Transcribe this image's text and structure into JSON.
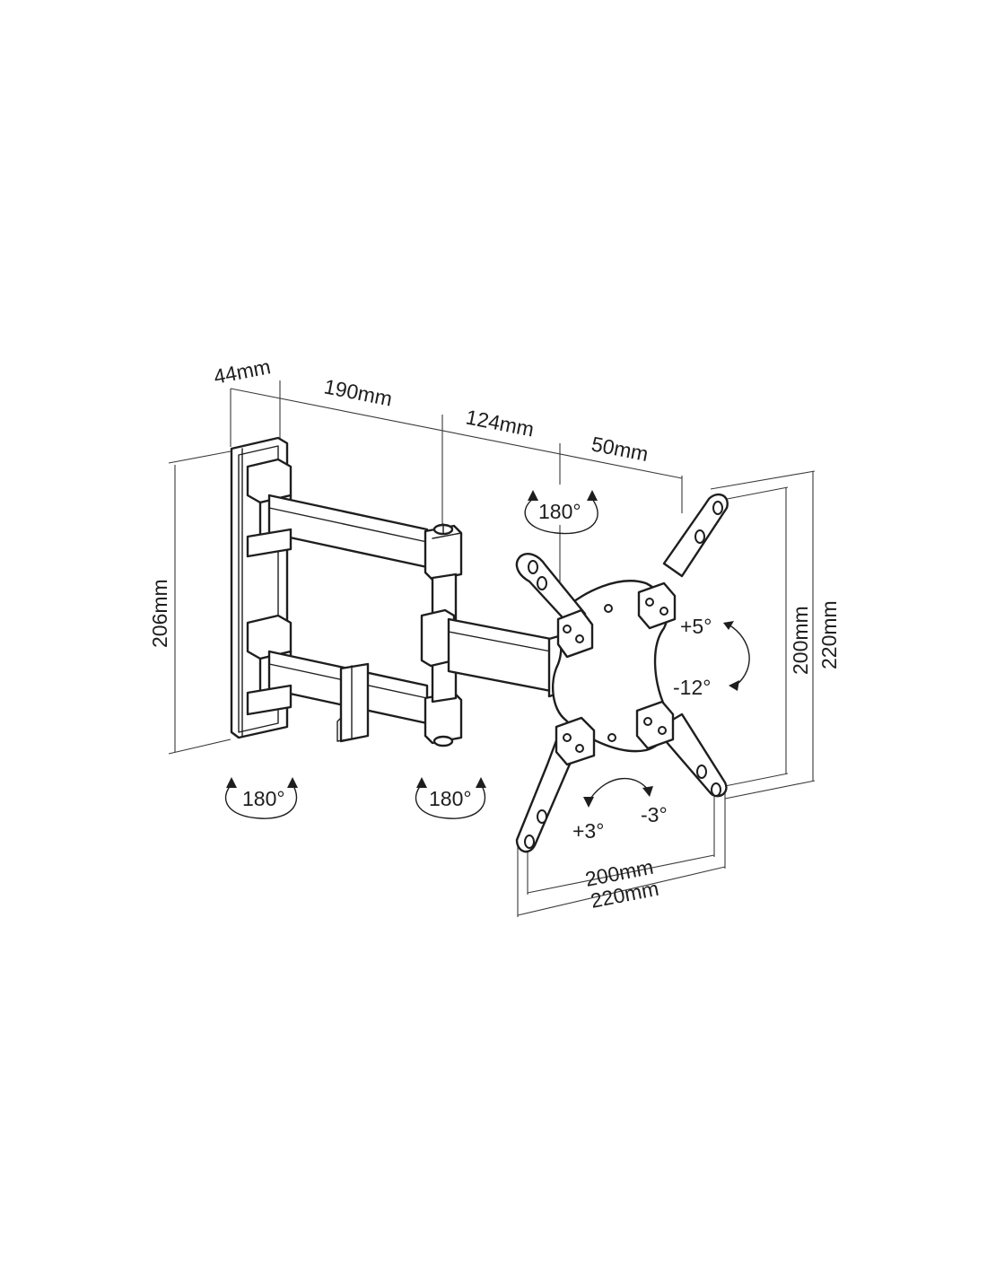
{
  "dimensions": {
    "wall_plate_depth": "44mm",
    "arm_1": "190mm",
    "arm_2": "124mm",
    "head_offset": "50mm",
    "wall_plate_height": "206mm",
    "vesa_inner_vertical": "200mm",
    "vesa_outer_vertical": "220mm",
    "vesa_inner_horizontal": "200mm",
    "vesa_outer_horizontal": "220mm"
  },
  "rotations": {
    "head_swivel": "180°",
    "wall_swivel": "180°",
    "elbow_swivel": "180°"
  },
  "tilt": {
    "up": "+5°",
    "down": "-12°"
  },
  "level": {
    "plus": "+3°",
    "minus": "-3°"
  },
  "colors": {
    "line": "#1e1e1e",
    "background": "#ffffff"
  }
}
